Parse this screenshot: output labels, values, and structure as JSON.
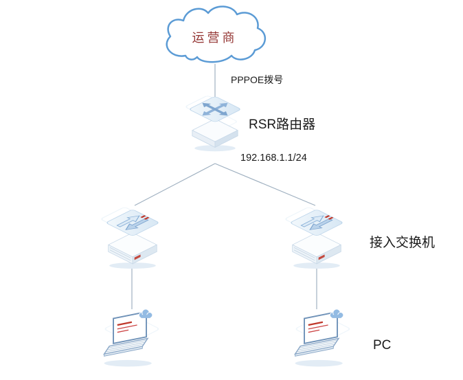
{
  "diagram": {
    "cloud_label": "运营商",
    "pppoe_label": "PPPOE拨号",
    "router_label": "RSR路由器",
    "router_ip_label": "192.168.1.1/24",
    "switch_label": "接入交换机",
    "pc_label": "PC",
    "links": [
      {
        "from": "cloud",
        "to": "router",
        "label": "PPPOE拨号"
      },
      {
        "from": "router",
        "to": "switch_left"
      },
      {
        "from": "router",
        "to": "switch_right"
      },
      {
        "from": "switch_left",
        "to": "pc_left"
      },
      {
        "from": "switch_right",
        "to": "pc_right"
      }
    ],
    "icons": [
      "cloud-icon",
      "router-icon",
      "switch-icon",
      "laptop-icon"
    ],
    "colors": {
      "cloud_outline": "#5B9BD5",
      "cloud_label_text": "#953735",
      "connector_line": "#9FB0C0",
      "icon_face": "#E9F1F9",
      "icon_border": "#BDD5EA",
      "icon_arrow": "#8FB3D9",
      "accent_red": "#C0392B",
      "label_text": "#1A1A1A"
    }
  }
}
